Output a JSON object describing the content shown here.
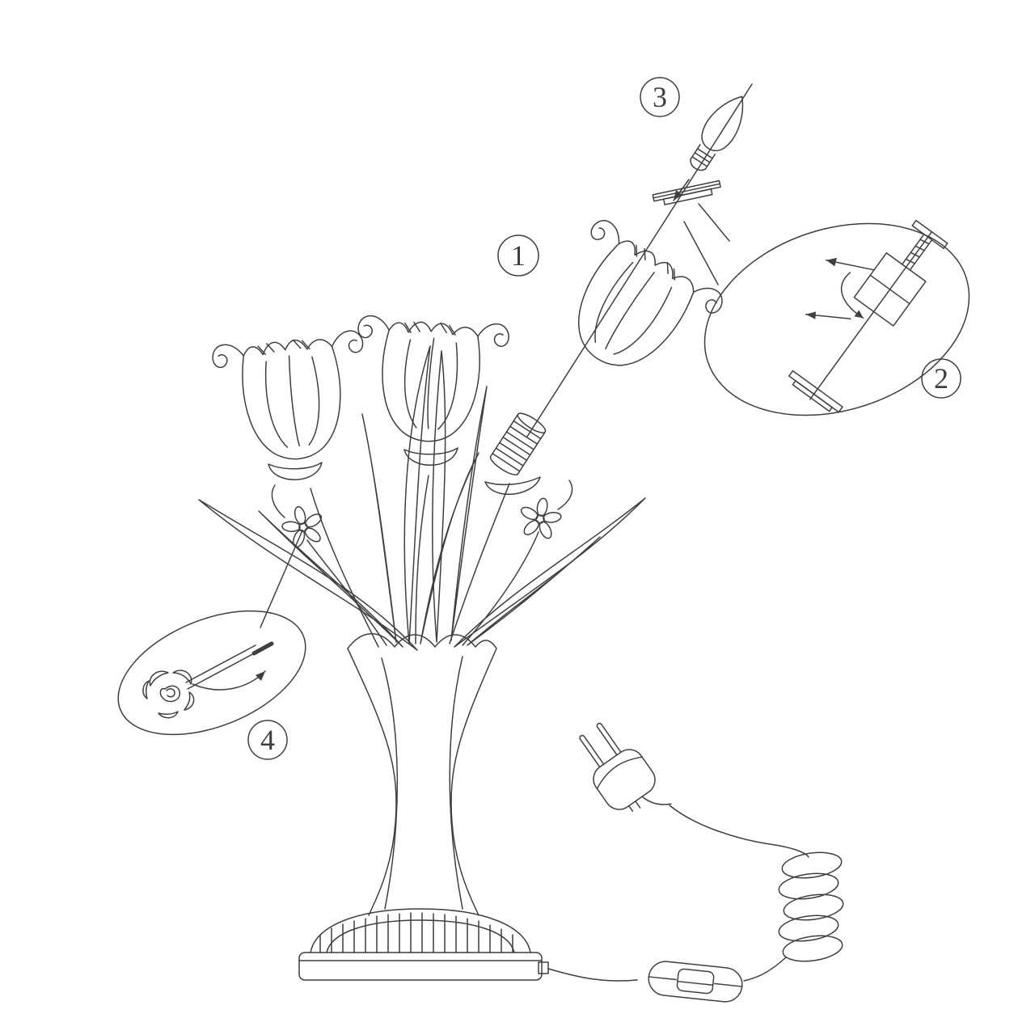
{
  "page": {
    "background": "#ffffff",
    "line_color": "#3f3f3f"
  },
  "steps": [
    {
      "label": "1",
      "part": "tulip-glass-shade"
    },
    {
      "label": "2",
      "part": "socket-assembly-detail"
    },
    {
      "label": "3",
      "part": "candle-bulb"
    },
    {
      "label": "4",
      "part": "decorative-flower-screw-detail"
    }
  ]
}
